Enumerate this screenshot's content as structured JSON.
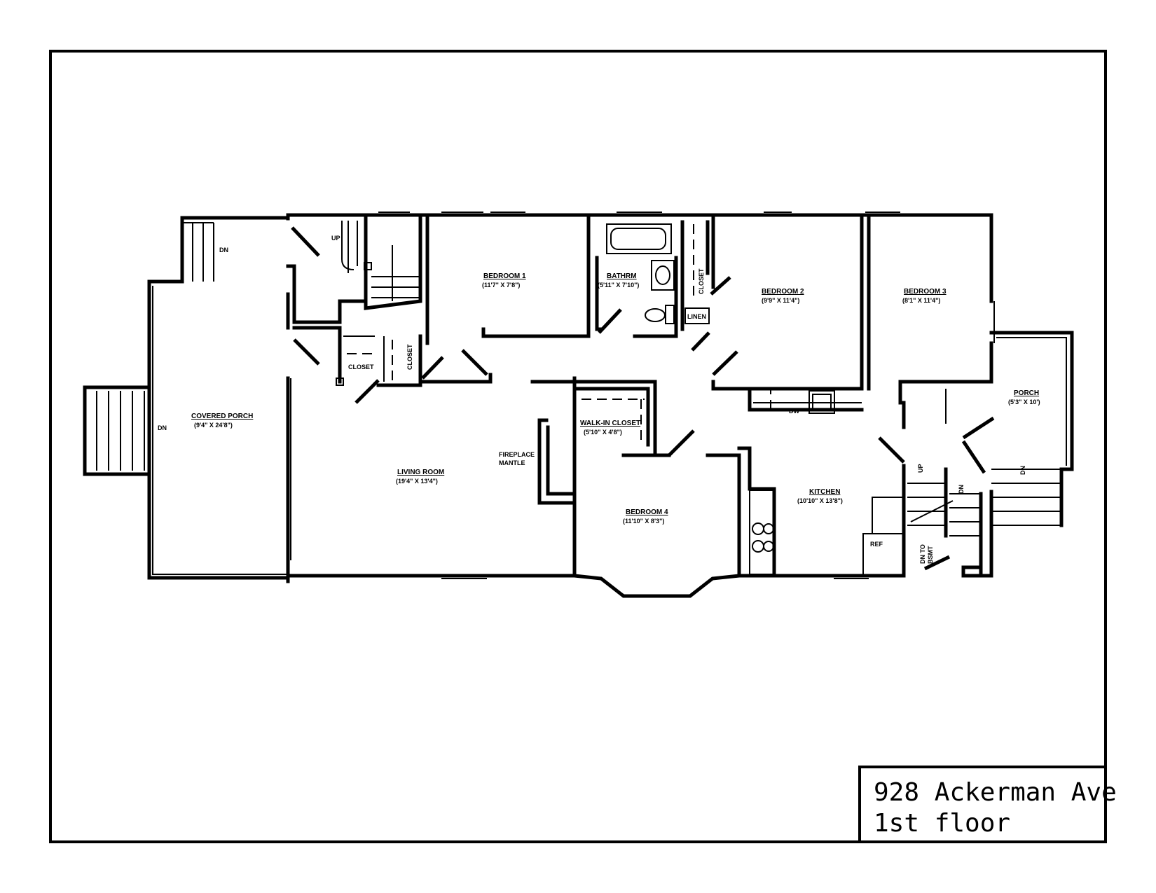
{
  "title_block": {
    "address": "928 Ackerman Ave",
    "floor": "1st floor"
  },
  "rooms": {
    "covered_porch": {
      "name": "COVERED PORCH",
      "dims": "(9'4\" X 24'8\")"
    },
    "living_room": {
      "name": "LIVING ROOM",
      "dims": "(19'4\" X 13'4\")"
    },
    "bedroom_1": {
      "name": "BEDROOM 1",
      "dims": "(11'7\" X 7'8\")"
    },
    "bathroom": {
      "name": "BATHRM",
      "dims": "(5'11\" X 7'10\")"
    },
    "bedroom_2": {
      "name": "BEDROOM 2",
      "dims": "(9'9\" X 11'4\")"
    },
    "bedroom_3": {
      "name": "BEDROOM 3",
      "dims": "(8'1\" X 11'4\")"
    },
    "porch": {
      "name": "PORCH",
      "dims": "(5'3\" X 10')"
    },
    "walk_in_closet": {
      "name": "WALK-IN CLOSET",
      "dims": "(5'10\" X 4'8\")"
    },
    "bedroom_4": {
      "name": "BEDROOM 4",
      "dims": "(11'10\" X 8'3\")"
    },
    "kitchen": {
      "name": "KITCHEN",
      "dims": "(10'10\" X 13'8\")"
    }
  },
  "fixtures": {
    "fireplace_1": "FIREPLACE",
    "fireplace_2": "MANTLE",
    "closet_a": "CLOSET",
    "closet_b": "CLOSET",
    "closet_c": "CLOSET",
    "linen": "LINEN",
    "dishwasher": "DW",
    "refrigerator": "REF",
    "dn_to_bsmt_1": "DN TO",
    "dn_to_bsmt_2": "BSMT"
  },
  "stairs": {
    "up_1": "UP",
    "up_2": "UP",
    "dn_1": "DN",
    "dn_2": "DN",
    "dn_3": "DN",
    "dn_4": "DN"
  }
}
